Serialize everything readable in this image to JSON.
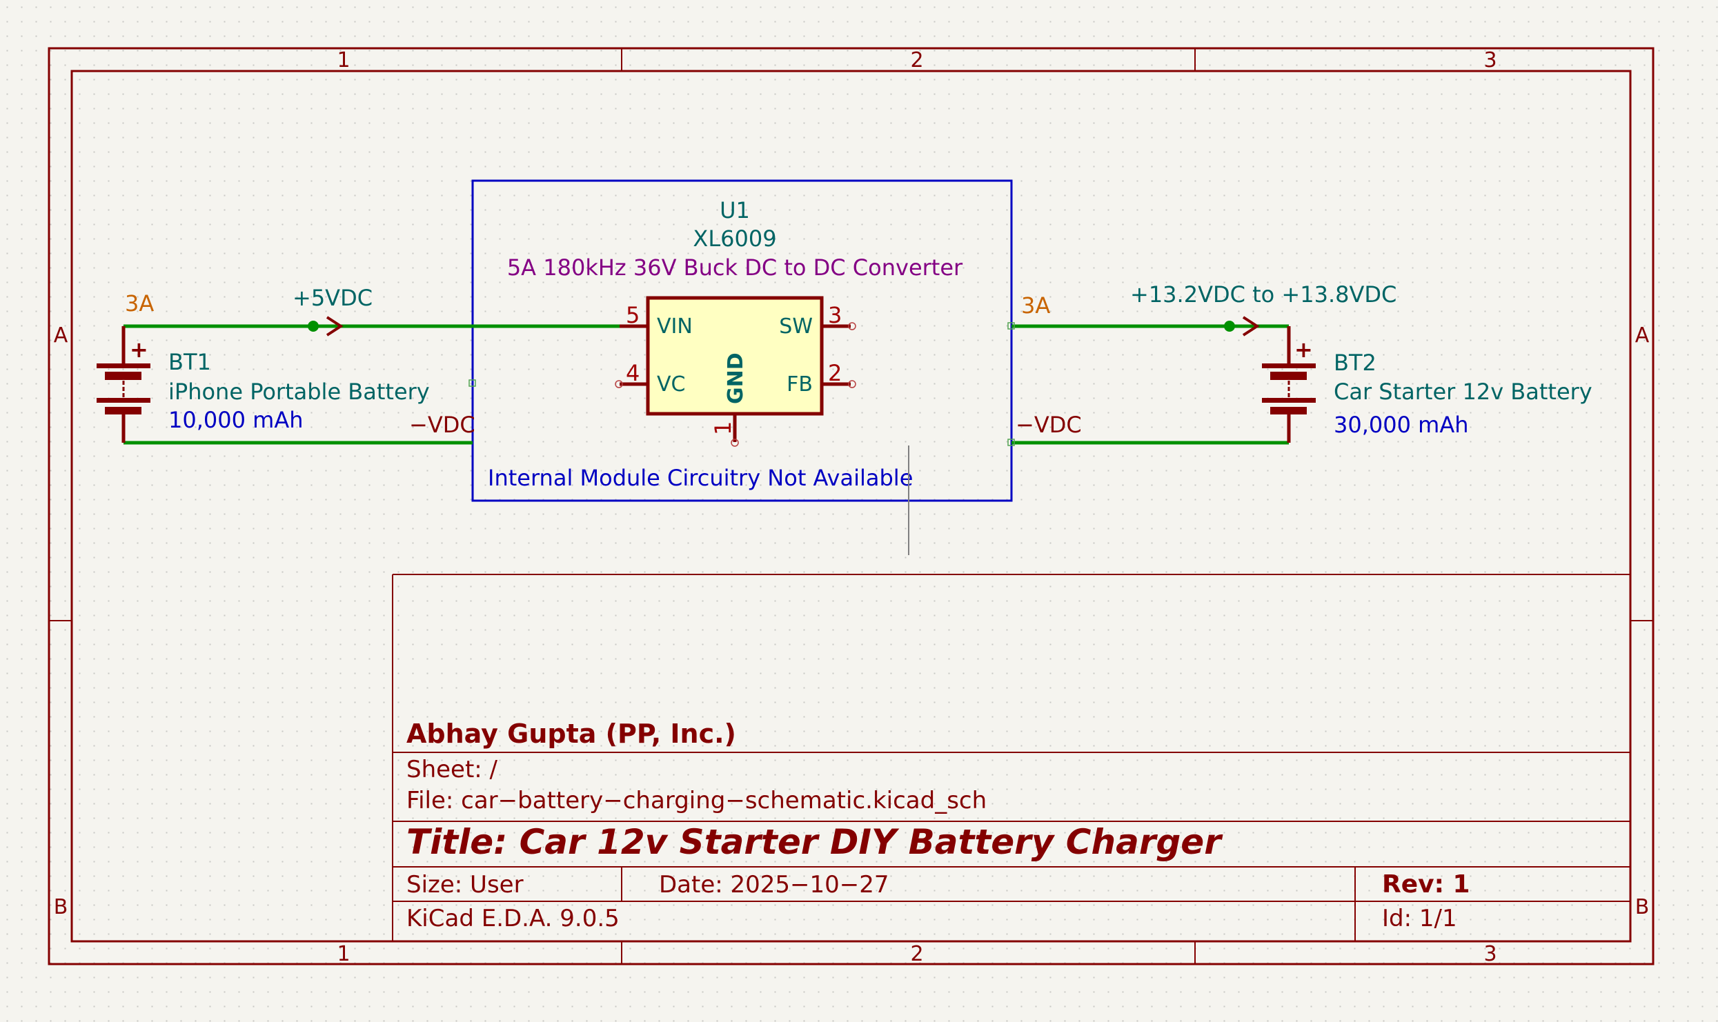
{
  "app": "KiCad Schematic Editor",
  "frame": {
    "columns": [
      "1",
      "2",
      "3"
    ],
    "rows": [
      "A",
      "B"
    ]
  },
  "colors": {
    "background": "#f5f4ef",
    "frame": "#840000",
    "wire": "#009000",
    "reference": "#006464",
    "value": "#0000c2",
    "description": "#840084",
    "current_note": "#c86400",
    "module_box": "#0000c2",
    "ic_fill": "#ffffc2"
  },
  "schematic": {
    "bt1": {
      "reference": "BT1",
      "value": "iPhone Portable Battery",
      "capacity": "10,000 mAh",
      "plus": "+",
      "current": "3A",
      "net_positive": "+5VDC",
      "net_negative": "−VDC"
    },
    "u1": {
      "reference": "U1",
      "value": "XL6009",
      "description": "5A 180kHz 36V Buck DC to DC Converter",
      "note": "Internal Module Circuitry Not Available",
      "pins": {
        "vin": {
          "number": "5",
          "name": "VIN"
        },
        "vc": {
          "number": "4",
          "name": "VC"
        },
        "sw": {
          "number": "3",
          "name": "SW"
        },
        "fb": {
          "number": "2",
          "name": "FB"
        },
        "gnd": {
          "number": "1",
          "name": "GND"
        }
      }
    },
    "bt2": {
      "reference": "BT2",
      "value": "Car Starter 12v Battery",
      "capacity": "30,000 mAh",
      "plus": "+",
      "current": "3A",
      "net_positive": "+13.2VDC to +13.8VDC",
      "net_negative": "−VDC"
    }
  },
  "title_block": {
    "company": "Abhay Gupta (PP, Inc.)",
    "sheet": "Sheet: /",
    "file": "File: car−battery−charging−schematic.kicad_sch",
    "title": "Title: Car 12v Starter DIY Battery Charger",
    "size": "Size: User",
    "date": "Date: 2025−10−27",
    "rev": "Rev: 1",
    "tool": "KiCad E.D.A. 9.0.5",
    "id": "Id: 1/1"
  }
}
